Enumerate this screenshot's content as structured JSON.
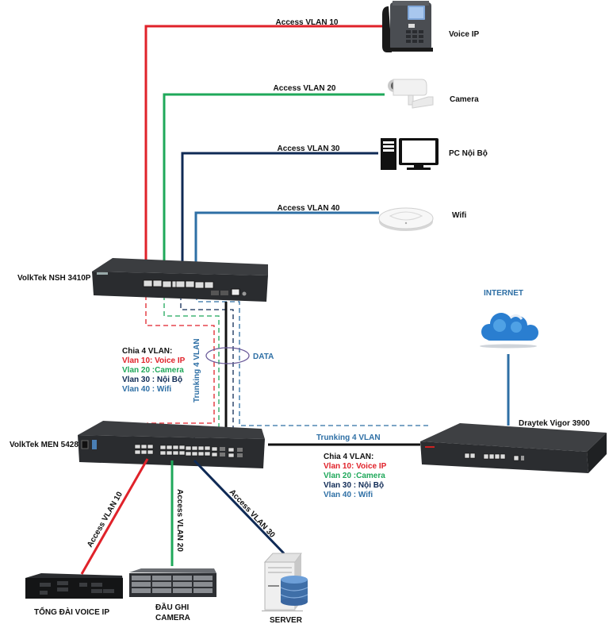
{
  "colors": {
    "vlan10": "#e0222a",
    "vlan20": "#1fa85a",
    "vlan30": "#0f2a55",
    "vlan40": "#2e6fa5",
    "trunk": "#111111",
    "text_blue": "#2e6fa5",
    "data_ellipse": "#6b5b9a"
  },
  "top_links": [
    {
      "label": "Access VLAN 10",
      "device": "Voice IP",
      "vlan": "vlan10"
    },
    {
      "label": "Access VLAN 20",
      "device": "Camera",
      "vlan": "vlan20"
    },
    {
      "label": "Access VLAN 30",
      "device": "PC Nội Bộ",
      "vlan": "vlan30"
    },
    {
      "label": "Access VLAN 40",
      "device": "Wifi",
      "vlan": "vlan40"
    }
  ],
  "devices": {
    "access_switch": "VolkTek NSH 3410P",
    "core_switch": "VolkTek MEN 5428",
    "router": "Draytek Vigor 3900",
    "internet": "INTERNET",
    "pbx": "TỔNG ĐÀI VOICE IP",
    "nvr_line1": "ĐẦU GHI",
    "nvr_line2": "CAMERA",
    "server": "SERVER"
  },
  "trunk_vertical_label": "Trunking 4 VLAN",
  "trunk_horizontal_label": "Trunking 4 VLAN",
  "data_label": "DATA",
  "vlan_legend_left": {
    "title": "Chia 4 VLAN:",
    "items": [
      {
        "text": "Vlan 10: Voice IP",
        "vlan": "vlan10"
      },
      {
        "text": "Vlan 20 :Camera",
        "vlan": "vlan20"
      },
      {
        "text": "Vlan 30 : Nội Bộ",
        "vlan": "vlan30"
      },
      {
        "text": "Vlan 40 : Wifi",
        "vlan": "vlan40"
      }
    ]
  },
  "vlan_legend_right": {
    "title": "Chia 4 VLAN:",
    "items": [
      {
        "text": "Vlan 10: Voice IP",
        "vlan": "vlan10"
      },
      {
        "text": "Vlan 20 :Camera",
        "vlan": "vlan20"
      },
      {
        "text": "Vlan 30 : Nội Bộ",
        "vlan": "vlan30"
      },
      {
        "text": "Vlan 40 : Wifi",
        "vlan": "vlan40"
      }
    ]
  },
  "bottom_links": [
    {
      "label": "Access VLAN 10",
      "vlan": "vlan10"
    },
    {
      "label": "Access VLAN 20",
      "vlan": "vlan20"
    },
    {
      "label": "Access VLAN 30",
      "vlan": "vlan30"
    }
  ]
}
